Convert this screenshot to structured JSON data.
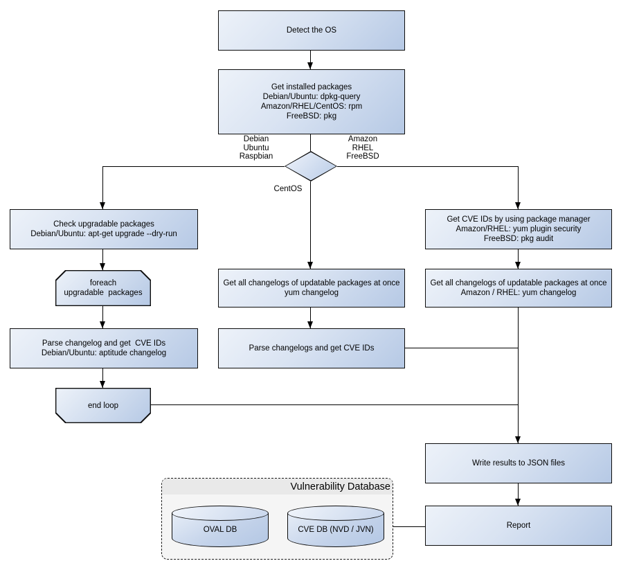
{
  "nodes": {
    "detect_os": {
      "lines": [
        "Detect the OS"
      ]
    },
    "get_installed_packages": {
      "lines": [
        "Get installed packages",
        "Debian/Ubuntu: dpkg-query",
        "Amazon/RHEL/CentOS: rpm",
        "FreeBSD: pkg"
      ]
    },
    "check_upgradable": {
      "lines": [
        "Check upgradable packages",
        "Debian/Ubuntu: apt-get upgrade --dry-run"
      ]
    },
    "foreach_loop": {
      "lines": [
        "foreach",
        "upgradable  packages"
      ]
    },
    "parse_changelog_deb": {
      "lines": [
        "Parse changelog and get  CVE IDs",
        "Debian/Ubuntu: aptitude changelog"
      ]
    },
    "end_loop": {
      "lines": [
        "end loop"
      ]
    },
    "get_changelogs_centos": {
      "lines": [
        "Get all changelogs of updatable packages at once",
        "yum changelog"
      ]
    },
    "parse_changelogs_centos": {
      "lines": [
        "Parse changelogs and get CVE IDs"
      ]
    },
    "get_cve_pkg_manager": {
      "lines": [
        "Get CVE IDs by using package manager",
        "Amazon/RHEL: yum plugin security",
        "FreeBSD: pkg audit"
      ]
    },
    "get_changelogs_amazon": {
      "lines": [
        "Get all changelogs of updatable packages at once",
        "Amazon / RHEL: yum changelog"
      ]
    },
    "write_json": {
      "lines": [
        "Write results to JSON files"
      ]
    },
    "report": {
      "lines": [
        "Report"
      ]
    }
  },
  "branch_labels": {
    "debian": {
      "lines": [
        "Debian",
        "Ubuntu",
        "Raspbian"
      ]
    },
    "amazon": {
      "lines": [
        "Amazon",
        "RHEL",
        "FreeBSD"
      ]
    },
    "centos": "CentOS"
  },
  "database": {
    "title": "Vulnerability Database",
    "oval_db": "OVAL DB",
    "cve_db": "CVE DB (NVD / JVN)"
  },
  "colors": {
    "node_gradient_start": "#edf2f9",
    "node_gradient_end": "#b6c9e5",
    "node_border": "#0c0c0c",
    "connector": "#000000",
    "container_body": "#f5f5f5",
    "container_header": "#e9e9e9"
  }
}
